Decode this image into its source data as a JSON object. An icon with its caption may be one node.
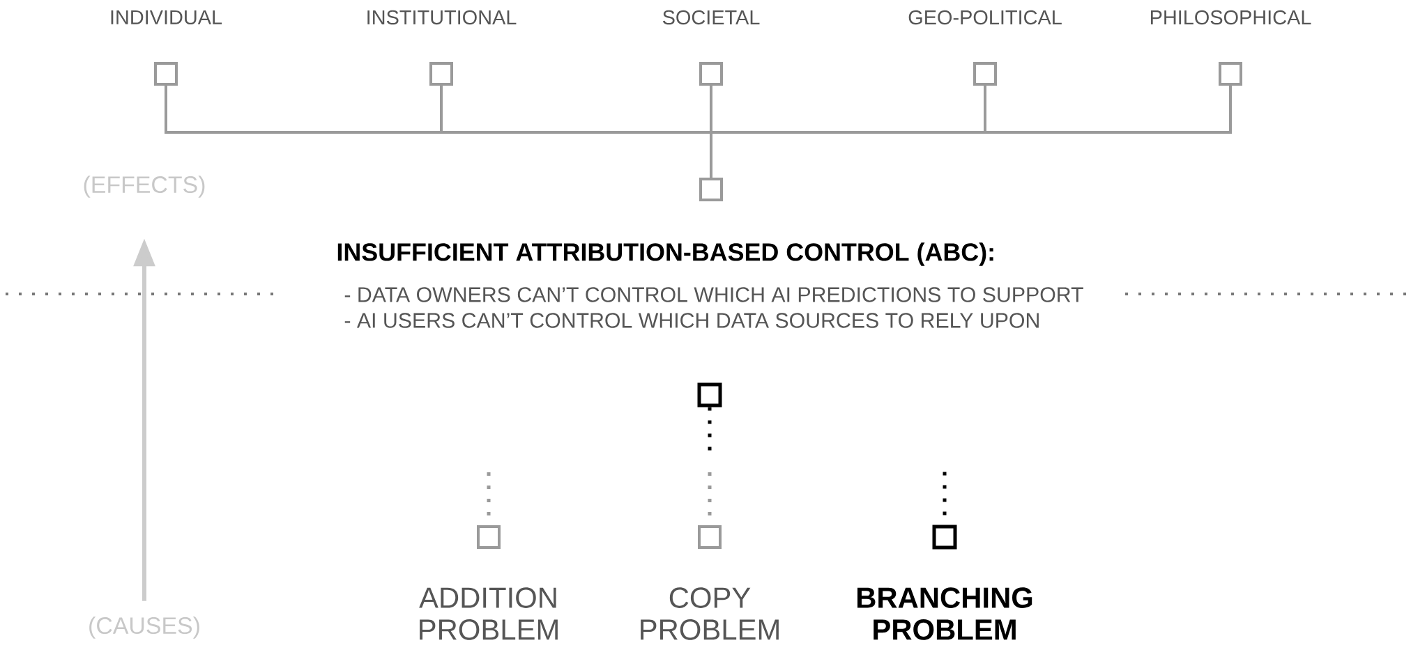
{
  "diagram": {
    "nodes": [
      {
        "text": [
          "INDIVIDUAL"
        ]
      },
      {
        "text": [
          "INSTITUTIONAL"
        ]
      },
      {
        "text": [
          "SOCIETAL"
        ]
      },
      {
        "text": [
          "GEO-POLITICAL"
        ]
      },
      {
        "text": [
          "PHILOSOPHICAL"
        ]
      },
      {
        "text": [
          "(EFFECTS)"
        ]
      },
      {
        "text": [],
        "shape": "box"
      },
      {
        "text": [],
        "shape": "box"
      },
      {
        "text": [
          "ADDITION PROBLEM"
        ]
      },
      {
        "text": [
          "COPY PROBLEM"
        ]
      },
      {
        "text": [
          "BRANCHING PROBLEM"
        ]
      },
      {
        "text": [
          "(CAUSES)"
        ]
      }
    ],
    "edges": [
      {
        "from": 6,
        "to": 0,
        "arrow": "none"
      },
      {
        "from": 6,
        "to": 1,
        "arrow": "none"
      },
      {
        "from": 6,
        "to": 2,
        "arrow": "none"
      },
      {
        "from": 6,
        "to": 3,
        "arrow": "none"
      },
      {
        "from": 6,
        "to": 4,
        "arrow": "none"
      },
      {
        "from": 7,
        "to": null,
        "arrow": "none",
        "style": "dashed",
        "color": "#000000"
      },
      {
        "from": null,
        "to": 9,
        "arrow": "none",
        "style": "dashed"
      },
      {
        "from": null,
        "to": 8,
        "arrow": "none",
        "style": "dashed"
      },
      {
        "from": null,
        "to": 10,
        "arrow": "none",
        "style": "dashed",
        "color": "#000000"
      },
      {
        "from": 11,
        "to": 5,
        "arrow": "to",
        "color": "#cccccc"
      }
    ],
    "labels": [
      "INSUFFICIENT ATTRIBUTION-BASED CONTROL (ABC):",
      "- DATA OWNERS CAN’T CONTROL WHICH AI PREDICTIONS TO SUPPORT",
      "- AI USERS CAN’T CONTROL WHICH DATA SOURCES TO RELY UPON"
    ]
  }
}
